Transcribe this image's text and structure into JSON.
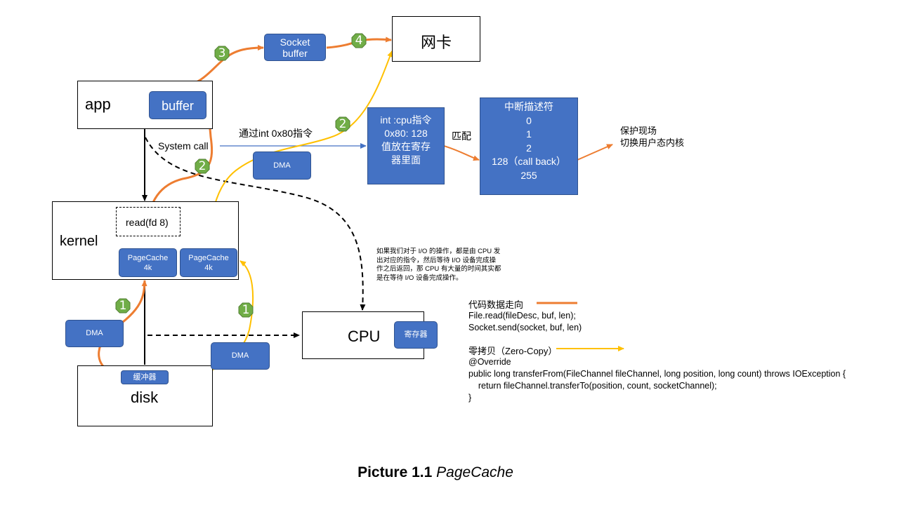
{
  "boxes": {
    "app": "app",
    "buffer": "buffer",
    "socket_buffer": [
      "Socket",
      "buffer"
    ],
    "nic": "网卡",
    "kernel": "kernel",
    "read_fd": "read(fd 8)",
    "pagecache_left": [
      "PageCache",
      "4k"
    ],
    "pagecache_right": [
      "PageCache",
      "4k"
    ],
    "disk": "disk",
    "disk_buffer": "缓冲器",
    "dma_left": "DMA",
    "dma_mid": "DMA",
    "dma_right": "DMA",
    "cpu": "CPU",
    "register": "寄存器",
    "int_box": [
      "int :cpu指令",
      "0x80: 128",
      "值放在寄存",
      "器里面"
    ],
    "idt_box": [
      "中断描述符",
      "0",
      "1",
      "2",
      "128（call back）",
      "255"
    ]
  },
  "labels": {
    "system_call": "System call",
    "via_int": "通过int 0x80指令",
    "match": "匹配",
    "protect": [
      "保护现场",
      "切换用户态内核"
    ],
    "note": [
      "如果我们对于 I/O 的操作，都是由 CPU 发",
      "出对应的指令，然后等待 I/O 设备完成操",
      "作之后返回，那 CPU 有大量的时间其实都",
      "是在等待 I/O 设备完成操作。"
    ]
  },
  "badges": {
    "step1_left": "1",
    "step1_right": "1",
    "step2_left": "2",
    "step2_right": "2",
    "step3": "3",
    "step4": "4"
  },
  "legend": {
    "code_flow": "代码数据走向",
    "code_lines": [
      "File.read(fileDesc, buf, len);",
      "Socket.send(socket, buf, len)"
    ],
    "zero_copy": "零拷贝（Zero-Copy）",
    "zero_lines": [
      "@Override",
      "public long transferFrom(FileChannel fileChannel, long position, long count) throws IOException {",
      "    return fileChannel.transferTo(position, count, socketChannel);",
      "}"
    ]
  },
  "caption": {
    "bold": "Picture 1.1",
    "italic": "PageCache"
  },
  "colors": {
    "orange": "#ed7d31",
    "yellow": "#ffc000",
    "blue_box": "#4472c4",
    "blue_arrow": "#4472c4",
    "badge_green": "#70ad47"
  }
}
